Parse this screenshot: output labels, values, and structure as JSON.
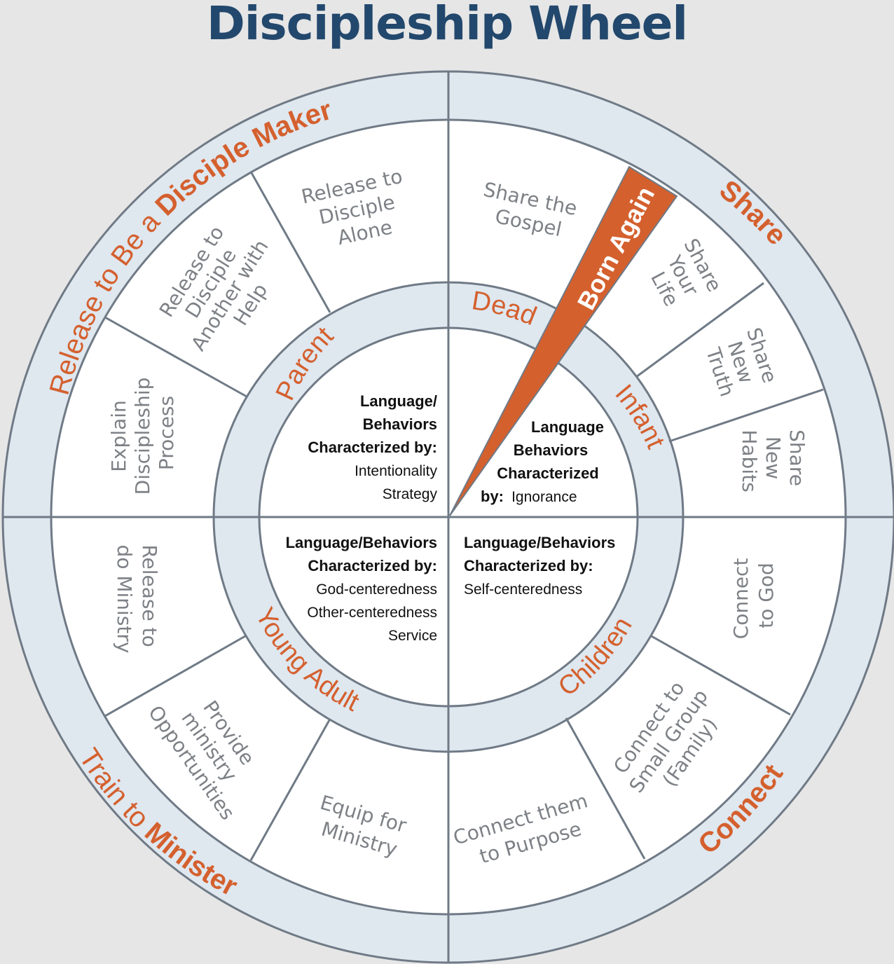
{
  "title": "Discipleship Wheel",
  "outer_ring": {
    "release": {
      "prefix": "Release to Be a ",
      "bold": "Disciple Maker"
    },
    "share": "Share",
    "connect": "Connect",
    "train": {
      "prefix": "Train to ",
      "bold": "Minister"
    }
  },
  "stages": {
    "dead": "Dead",
    "infant": "Infant",
    "children": "Children",
    "young_adult": "Young Adult",
    "parent": "Parent",
    "born_again": "Born Again"
  },
  "steps": {
    "share_gospel": [
      "Share the",
      "Gospel"
    ],
    "share_life": [
      "Share",
      "Your",
      "Life"
    ],
    "share_truth": [
      "Share",
      "New",
      "Truth"
    ],
    "share_habits": [
      "Share",
      "New",
      "Habits"
    ],
    "connect_god": [
      "Connect",
      "to God"
    ],
    "connect_group": [
      "Connect to",
      "Small Group",
      "(Family)"
    ],
    "connect_purpose": [
      "Connect them",
      "to Purpose"
    ],
    "equip": [
      "Equip for",
      "Ministry"
    ],
    "provide": [
      "Provide",
      "ministry",
      "Opportunities"
    ],
    "release_ministry": [
      "Release to",
      "do Ministry"
    ],
    "explain": [
      "Explain",
      "Discipleship",
      "Process"
    ],
    "release_help": [
      "Release to",
      "Disciple",
      "Another with",
      "Help"
    ],
    "release_alone": [
      "Release to",
      "Disciple",
      "Alone"
    ]
  },
  "quadrants": {
    "top_left": {
      "title_lines": [
        "Language/",
        "Behaviors",
        "Characterized by:"
      ],
      "items": [
        "Intentionality",
        "Strategy"
      ]
    },
    "top_right": {
      "title_lines": [
        "Language",
        "Behaviors",
        "Characterized",
        "by:"
      ],
      "inline_item": "Ignorance"
    },
    "bottom_left": {
      "title_lines": [
        "Language/Behaviors",
        "Characterized by:"
      ],
      "items": [
        "God-centeredness",
        "Other-centeredness",
        "Service"
      ]
    },
    "bottom_right": {
      "title_lines": [
        "Language/Behaviors",
        "Characterized by:"
      ],
      "items": [
        "Self-centeredness"
      ]
    }
  },
  "colors": {
    "title": "#23486d",
    "accent": "#d4602e",
    "ring_fill": "#dfe7ef",
    "line": "#6f7a86",
    "step_text": "#7d8186",
    "background": "#e6e6e6"
  }
}
